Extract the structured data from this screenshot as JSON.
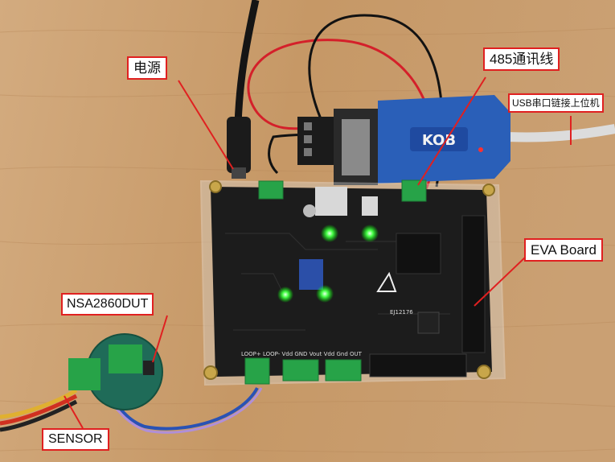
{
  "annotations": {
    "power": "电源",
    "rs485": "485通讯线",
    "usb": "USB串口链接上位机",
    "eva_board": "EVA Board",
    "dut": "NSA2860DUT",
    "sensor": "SENSOR"
  },
  "silkscreen": {
    "usb_adapter_brand": "KOB",
    "connector_labels": "LOOP+ LOOP- Vdd GND Vout Vdd Gnd OUT",
    "board_id": "EJ12176"
  },
  "colors": {
    "annotation_border": "#e02020",
    "pcb": "#1c1c1c",
    "table_wood": "#c99c6b",
    "terminal_green": "#27a348"
  }
}
